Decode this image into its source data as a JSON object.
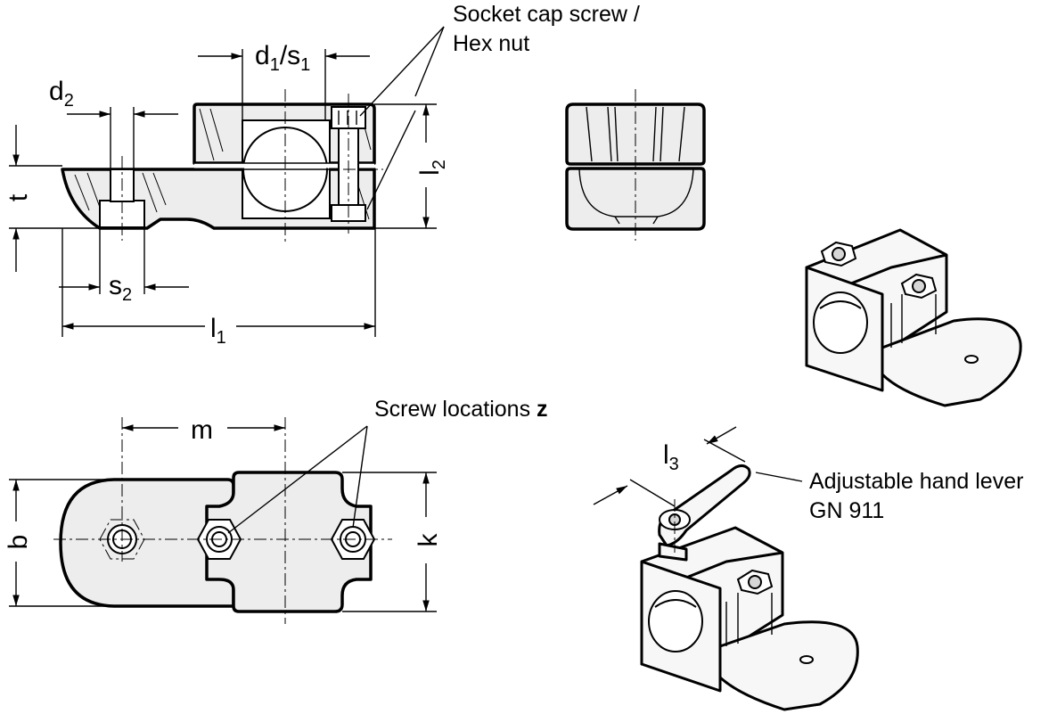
{
  "labels": {
    "d1_s1": {
      "d": "d",
      "d_sub": "1",
      "slash_s": "/s",
      "s_sub": "1"
    },
    "d2": {
      "base": "d",
      "sub": "2"
    },
    "t": "t",
    "s2": {
      "base": "s",
      "sub": "2"
    },
    "l1": {
      "base": "l",
      "sub": "1"
    },
    "l2": {
      "base": "l",
      "sub": "2"
    },
    "l3": {
      "base": "l",
      "sub": "3"
    },
    "m": "m",
    "b": "b",
    "k": "k"
  },
  "callouts": {
    "screw_line1": "Socket cap screw /",
    "screw_line2": "Hex nut",
    "screw_locations": "Screw locations ",
    "screw_locations_var": "z",
    "lever_line1": "Adjustable hand lever",
    "lever_line2": "GN 911"
  }
}
